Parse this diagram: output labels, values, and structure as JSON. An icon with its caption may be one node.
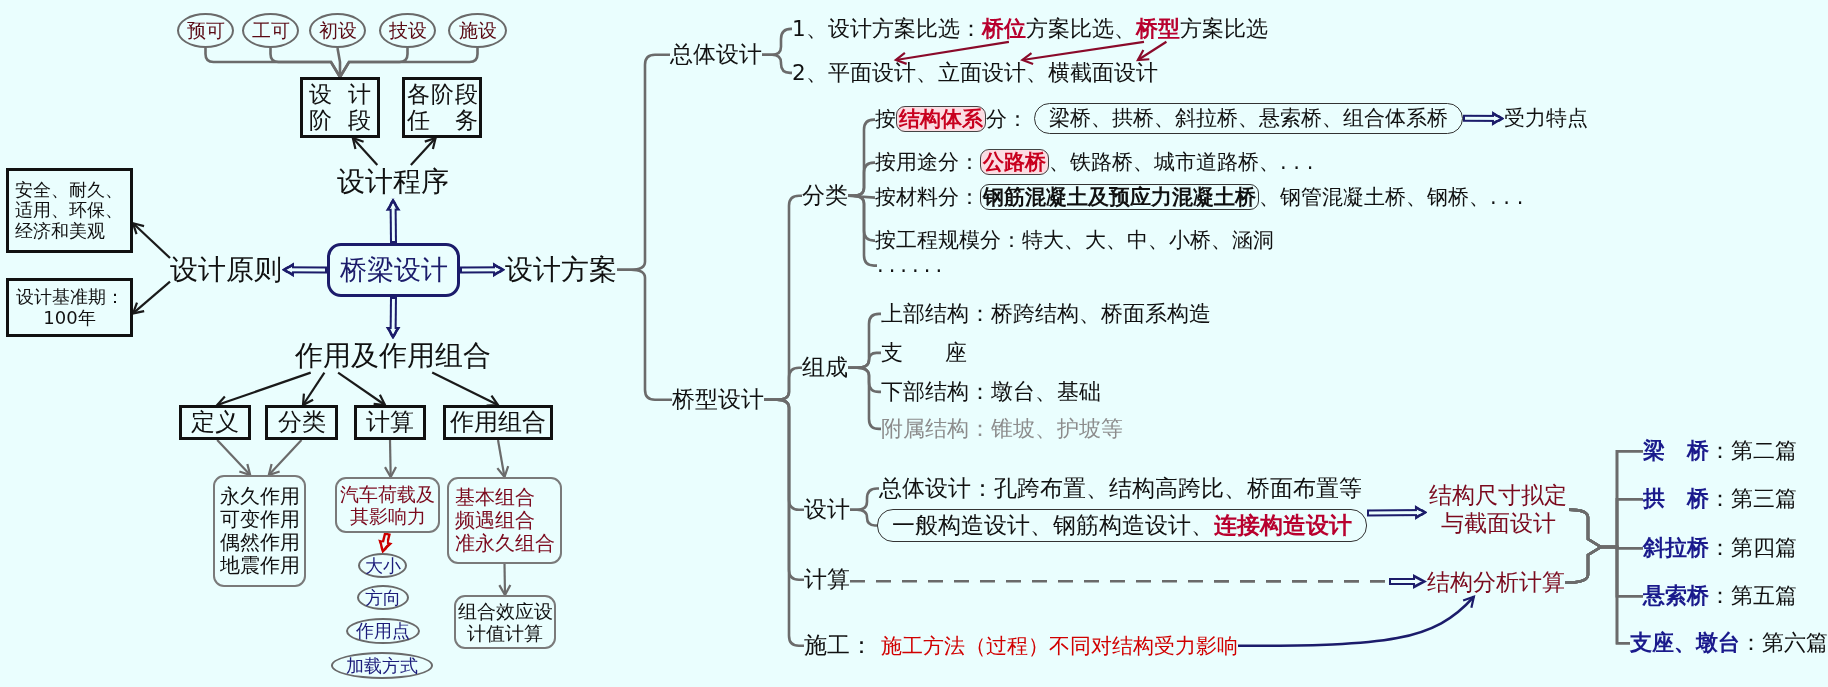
{
  "diagram": {
    "nodes": [
      {
        "text": [
          "桥梁设计"
        ]
      },
      {
        "text": [
          "设计程序"
        ]
      },
      {
        "text": [
          "设计阶段"
        ]
      },
      {
        "text": [
          "各阶段任务"
        ]
      },
      {
        "text": [
          "预可"
        ]
      },
      {
        "text": [
          "工可"
        ]
      },
      {
        "text": [
          "初设"
        ]
      },
      {
        "text": [
          "技设"
        ]
      },
      {
        "text": [
          "施设"
        ]
      },
      {
        "text": [
          "设计原则"
        ]
      },
      {
        "text": [
          "安全、耐久、适用、环保、经济和美观"
        ]
      },
      {
        "text": [
          "设计基准期：100年"
        ]
      },
      {
        "text": [
          "作用及作用组合"
        ]
      },
      {
        "text": [
          "定义"
        ]
      },
      {
        "text": [
          "分类"
        ]
      },
      {
        "text": [
          "计算"
        ]
      },
      {
        "text": [
          "作用组合"
        ]
      },
      {
        "text": [
          "永久作用",
          "可变作用",
          "偶然作用",
          "地震作用"
        ]
      },
      {
        "text": [
          "汽车荷载及其影响力"
        ]
      },
      {
        "text": [
          "大小"
        ]
      },
      {
        "text": [
          "方向"
        ]
      },
      {
        "text": [
          "作用点"
        ]
      },
      {
        "text": [
          "加载方式"
        ]
      },
      {
        "text": [
          "基本组合",
          "频遇组合",
          "准永久组合"
        ]
      },
      {
        "text": [
          "组合效应设计值计算"
        ]
      },
      {
        "text": [
          "设计方案"
        ]
      },
      {
        "text": [
          "总体设计"
        ]
      },
      {
        "text": [
          "1、设计方案比选：**桥位**方案比选、**桥型**方案比选"
        ]
      },
      {
        "text": [
          "2、平面设计、立面设计、横截面设计"
        ]
      },
      {
        "text": [
          "桥型设计"
        ]
      },
      {
        "text": [
          "分类"
        ]
      },
      {
        "text": [
          "按**结构体系**分："
        ]
      },
      {
        "text": [
          "梁桥、拱桥、斜拉桥、悬索桥、组合体系桥"
        ]
      },
      {
        "text": [
          "受力特点"
        ]
      },
      {
        "text": [
          "按用途分：**公路桥**、铁路桥、城市道路桥、. . ."
        ]
      },
      {
        "text": [
          "按材料分：**钢筋混凝土及预应力混凝土桥**、钢管混凝土桥、钢桥、. . ."
        ]
      },
      {
        "text": [
          "按工程规模分：特大、大、中、小桥、涵洞"
        ]
      },
      {
        "text": [
          "......"
        ]
      },
      {
        "text": [
          "组成"
        ]
      },
      {
        "text": [
          "上部结构：桥跨结构、桥面系构造"
        ]
      },
      {
        "text": [
          "支座"
        ]
      },
      {
        "text": [
          "下部结构：墩台、基础"
        ]
      },
      {
        "text": [
          "附属结构：锥坡、护坡等"
        ]
      },
      {
        "text": [
          "设计"
        ]
      },
      {
        "text": [
          "总体设计：孔跨布置、结构高跨比、桥面布置等"
        ]
      },
      {
        "text": [
          "一般构造设计、钢筋构造设计、**连接构造设计**"
        ]
      },
      {
        "text": [
          "结构尺寸拟定与截面设计"
        ]
      },
      {
        "text": [
          "计算"
        ]
      },
      {
        "text": [
          "结构分析计算"
        ]
      },
      {
        "text": [
          "施工：",
          "施工方法（过程）不同对结构受力影响"
        ]
      },
      {
        "text": [
          "**梁桥**：第二篇"
        ]
      },
      {
        "text": [
          "**拱桥**：第三篇"
        ]
      },
      {
        "text": [
          "**斜拉桥**：第四篇"
        ]
      },
      {
        "text": [
          "**悬索桥**：第五篇"
        ]
      },
      {
        "text": [
          "**支座、墩台**：第六篇"
        ]
      }
    ],
    "edges": [
      {
        "from": 0,
        "to": 1,
        "arrow": "to",
        "style": "thick",
        "color": "#1c1c6b"
      },
      {
        "from": 0,
        "to": 9,
        "arrow": "to",
        "style": "thick",
        "color": "#1c1c6b"
      },
      {
        "from": 0,
        "to": 25,
        "arrow": "to",
        "style": "thick",
        "color": "#1c1c6b"
      },
      {
        "from": 0,
        "to": 12,
        "arrow": "to",
        "style": "thick",
        "color": "#1c1c6b"
      },
      {
        "from": 1,
        "to": 2,
        "arrow": "to",
        "color": "#1a1a1a"
      },
      {
        "from": 1,
        "to": 3,
        "arrow": "to",
        "color": "#1a1a1a"
      },
      {
        "from": 2,
        "to": 4,
        "arrow": "none"
      },
      {
        "from": 2,
        "to": 5,
        "arrow": "none"
      },
      {
        "from": 2,
        "to": 6,
        "arrow": "none"
      },
      {
        "from": 2,
        "to": 7,
        "arrow": "none"
      },
      {
        "from": 2,
        "to": 8,
        "arrow": "none"
      },
      {
        "from": 9,
        "to": 10,
        "arrow": "to",
        "color": "#1a1a1a"
      },
      {
        "from": 9,
        "to": 11,
        "arrow": "to",
        "color": "#1a1a1a"
      },
      {
        "from": 12,
        "to": 13,
        "arrow": "to",
        "color": "#1a1a1a"
      },
      {
        "from": 12,
        "to": 14,
        "arrow": "to",
        "color": "#1a1a1a"
      },
      {
        "from": 12,
        "to": 15,
        "arrow": "to",
        "color": "#1a1a1a"
      },
      {
        "from": 12,
        "to": 16,
        "arrow": "to",
        "color": "#1a1a1a"
      },
      {
        "from": 13,
        "to": 17,
        "arrow": "to"
      },
      {
        "from": 14,
        "to": 17,
        "arrow": "to"
      },
      {
        "from": 15,
        "to": 18,
        "arrow": "to"
      },
      {
        "from": 18,
        "to": 19,
        "arrow": "to",
        "style": "thick",
        "color": "#cc0000"
      },
      {
        "from": 16,
        "to": 23,
        "arrow": "to"
      },
      {
        "from": 23,
        "to": 24,
        "arrow": "to"
      },
      {
        "from": 25,
        "to": 26,
        "arrow": "none"
      },
      {
        "from": 25,
        "to": 29,
        "arrow": "none"
      },
      {
        "from": 26,
        "to": 27,
        "arrow": "none"
      },
      {
        "from": 26,
        "to": 28,
        "arrow": "none"
      },
      {
        "from": 27,
        "to": 28,
        "arrow": "to",
        "color": "#8a0a2a"
      },
      {
        "from": 27,
        "to": 28,
        "arrow": "to",
        "color": "#8a0a2a"
      },
      {
        "from": 27,
        "to": 28,
        "arrow": "to",
        "color": "#8a0a2a"
      },
      {
        "from": 29,
        "to": 30,
        "arrow": "none"
      },
      {
        "from": 29,
        "to": 38,
        "arrow": "none"
      },
      {
        "from": 29,
        "to": 43,
        "arrow": "none"
      },
      {
        "from": 29,
        "to": 47,
        "arrow": "none"
      },
      {
        "from": 29,
        "to": 49,
        "arrow": "none"
      },
      {
        "from": 30,
        "to": 31,
        "arrow": "none"
      },
      {
        "from": 30,
        "to": 34,
        "arrow": "none"
      },
      {
        "from": 30,
        "to": 35,
        "arrow": "none"
      },
      {
        "from": 30,
        "to": 36,
        "arrow": "none"
      },
      {
        "from": 30,
        "to": 37,
        "arrow": "none"
      },
      {
        "from": 32,
        "to": 33,
        "arrow": "to",
        "style": "thick",
        "color": "#1c1c6b"
      },
      {
        "from": 38,
        "to": 39,
        "arrow": "none"
      },
      {
        "from": 38,
        "to": 40,
        "arrow": "none"
      },
      {
        "from": 38,
        "to": 41,
        "arrow": "none"
      },
      {
        "from": 38,
        "to": 42,
        "arrow": "none"
      },
      {
        "from": 43,
        "to": 44,
        "arrow": "none"
      },
      {
        "from": 43,
        "to": 45,
        "arrow": "none"
      },
      {
        "from": 45,
        "to": 46,
        "arrow": "to",
        "style": "thick",
        "color": "#1c1c6b"
      },
      {
        "from": 47,
        "to": 48,
        "arrow": "to",
        "style": "dashed"
      },
      {
        "from": 49,
        "to": 48,
        "arrow": "to",
        "color": "#1c1c6b"
      },
      {
        "from": 46,
        "to": 50,
        "arrow": "none"
      },
      {
        "from": 46,
        "to": 51,
        "arrow": "none"
      },
      {
        "from": 46,
        "to": 52,
        "arrow": "none"
      },
      {
        "from": 46,
        "to": 53,
        "arrow": "none"
      },
      {
        "from": 46,
        "to": 54,
        "arrow": "none"
      },
      {
        "from": 48,
        "to": 50,
        "arrow": "none"
      },
      {
        "from": 48,
        "to": 51,
        "arrow": "none"
      },
      {
        "from": 48,
        "to": 52,
        "arrow": "none"
      },
      {
        "from": 48,
        "to": 53,
        "arrow": "none"
      },
      {
        "from": 48,
        "to": 54,
        "arrow": "none"
      }
    ]
  }
}
